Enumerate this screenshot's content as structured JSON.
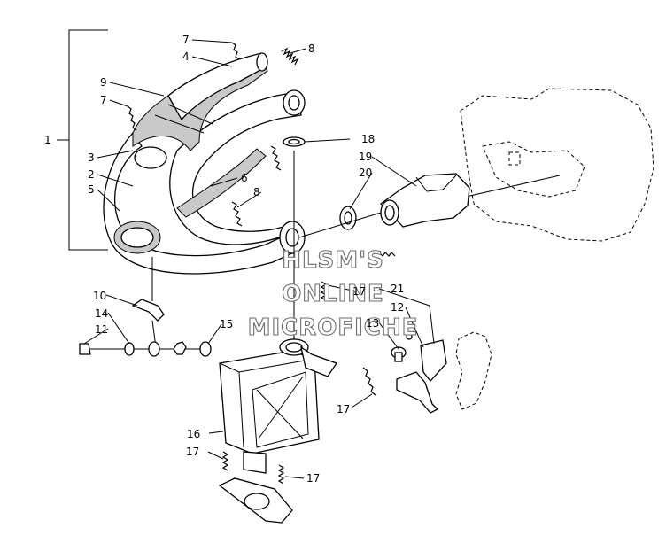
{
  "callouts": {
    "c1": "1",
    "c2": "2",
    "c3": "3",
    "c4": "4",
    "c5": "5",
    "c6": "6",
    "c7a": "7",
    "c7b": "7",
    "c8a": "8",
    "c8b": "8",
    "c9": "9",
    "c10": "10",
    "c11": "11",
    "c12": "12",
    "c13": "13",
    "c14": "14",
    "c15": "15",
    "c16": "16",
    "c17a": "17",
    "c17b": "17",
    "c17c": "17",
    "c17d": "17",
    "c18": "18",
    "c19": "19",
    "c20": "20",
    "c21": "21"
  },
  "watermark": {
    "line1": "HLSM'S",
    "line2": "ONLINE",
    "line3": "MICROFICHE"
  }
}
